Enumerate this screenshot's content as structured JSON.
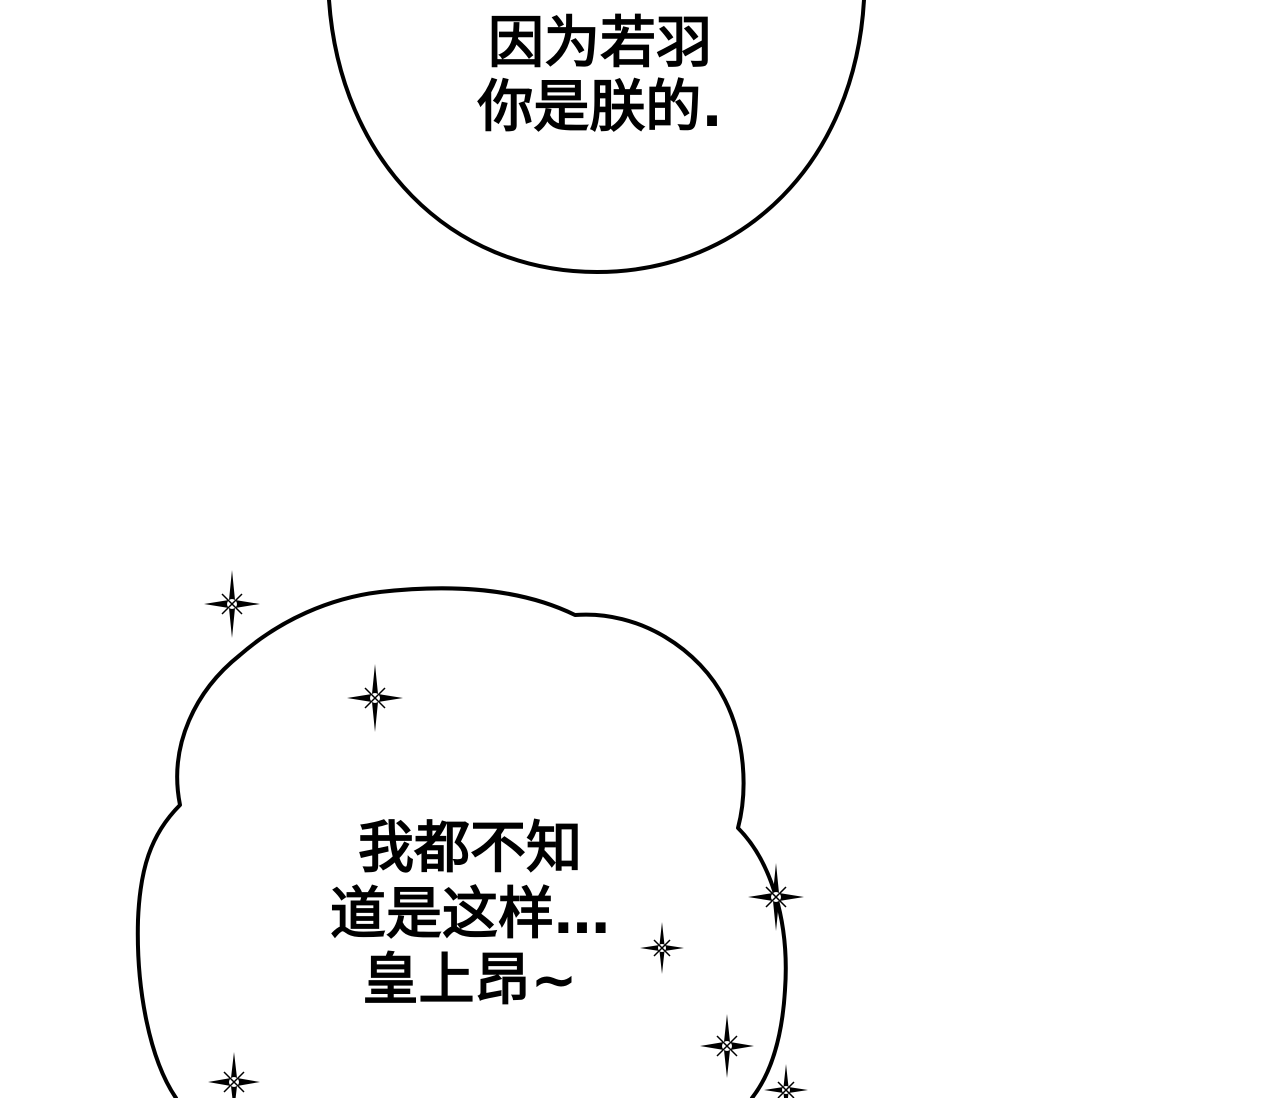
{
  "panel": {
    "background": "#ffffff",
    "ink": "#000000"
  },
  "bubbles": [
    {
      "id": "top",
      "shape": "round",
      "lines": [
        "因为若羽",
        "你是朕的."
      ]
    },
    {
      "id": "bottom",
      "shape": "scalloped",
      "lines": [
        "我都不知",
        "道是这样…",
        "皇上昂~"
      ]
    }
  ],
  "decorations": {
    "sparkles": "sparkle-icon"
  }
}
